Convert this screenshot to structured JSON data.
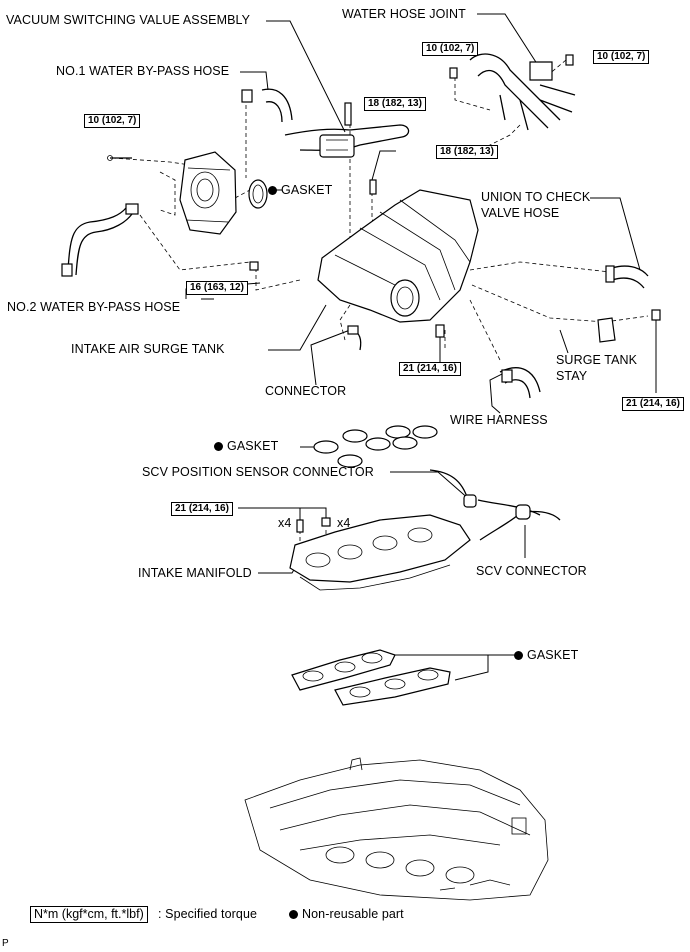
{
  "labels": {
    "vacuum_switching_valve_assembly": "VACUUM SWITCHING VALUE ASSEMBLY",
    "water_hose_joint": "WATER HOSE JOINT",
    "no1_water_bypass_hose": "NO.1 WATER BY-PASS HOSE",
    "gasket_throttle": "GASKET",
    "union_to_check_valve_hose_line1": "UNION TO CHECK",
    "union_to_check_valve_hose_line2": "VALVE HOSE",
    "no2_water_bypass_hose": "NO.2 WATER BY-PASS HOSE",
    "intake_air_surge_tank": "INTAKE AIR SURGE TANK",
    "connector": "CONNECTOR",
    "surge_tank_stay_line1": "SURGE TANK",
    "surge_tank_stay_line2": "STAY",
    "wire_harness": "WIRE HARNESS",
    "gasket_surge_tank": "GASKET",
    "scv_position_sensor_connector": "SCV POSITION SENSOR CONNECTOR",
    "intake_manifold": "INTAKE MANIFOLD",
    "scv_connector": "SCV CONNECTOR",
    "gasket_manifold": "GASKET",
    "qty_bolt": "x4",
    "qty_nut": "x4",
    "corner_mark": "P"
  },
  "torques": {
    "water_joint_left": "10 (102, 7)",
    "water_joint_right": "10 (102, 7)",
    "throttle_body": "10 (102, 7)",
    "vsv_bolt": "18 (182, 13)",
    "surge_tank_bolt": "18 (182, 13)",
    "surge_tank_nut": "16 (163, 12)",
    "surge_tank_lower": "21 (214, 16)",
    "stay_bolt": "21 (214, 16)",
    "manifold": "21 (214, 16)"
  },
  "legend": {
    "torque_unit": "N*m (kgf*cm, ft.*lbf)",
    "torque_desc": ": Specified torque",
    "nonreusable_desc": "Non-reusable part"
  }
}
